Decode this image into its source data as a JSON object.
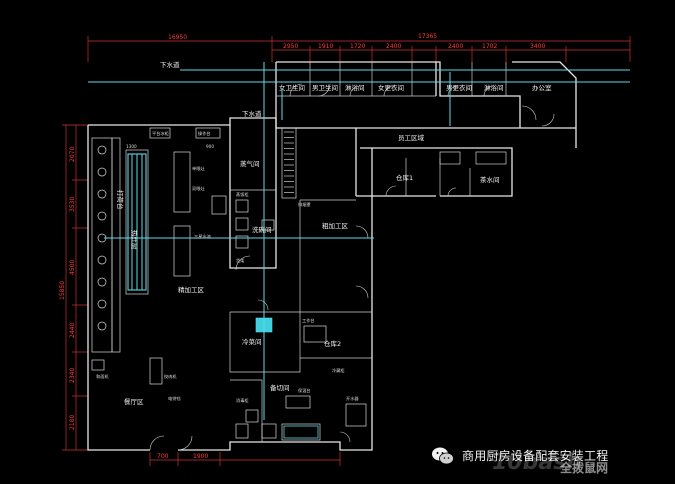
{
  "dimensions": {
    "top_total_left": "16950",
    "top_total_right": "17365",
    "top_segments": [
      "2950",
      "1910",
      "1720",
      "2400",
      "",
      "2400",
      "1702",
      "3400"
    ],
    "left_total": "15850",
    "left_segments": [
      "2070",
      "3530",
      "4500",
      "2440",
      "2340",
      "2180"
    ],
    "inner_top": [
      "1300",
      "900"
    ],
    "bottom": [
      "700",
      "1900"
    ]
  },
  "rooms": {
    "toilet_f": "女卫生间",
    "toilet_m": "男卫生间",
    "shower": "淋浴间",
    "locker_f": "女更衣间",
    "locker_m": "男更衣间",
    "shower2": "淋浴间",
    "office": "办公室",
    "staff_area": "员工区域",
    "pantry": "茶水间",
    "storage1": "仓库1",
    "storage2": "仓库2",
    "steam_room": "蒸气间",
    "wash_room": "洗碗间",
    "rough_area": "粗加工区",
    "fine_area": "精加工区",
    "hot_kitchen": "热灶厨",
    "cold_dish": "冷菜间",
    "dining": "餐厅区",
    "pass_area": "备切间",
    "counter": "打荷台",
    "drain_label_1": "下水道",
    "drain_label_2": "下水道"
  },
  "equipment_labels": [
    "平台冰柜",
    "操作台",
    "单眼灶",
    "双眼灶",
    "蒸饭柜",
    "三星水池",
    "货架",
    "工作台",
    "绞肉机",
    "和面机",
    "消毒柜",
    "冷藏柜",
    "电饼铛",
    "排烟罩",
    "保温台",
    "开水器"
  ],
  "watermark": {
    "text": "商用厨房设备配套安装工程",
    "back_text": "全拨鼠网",
    "site_text": "10bash"
  },
  "colors": {
    "background": "#000000",
    "wall": "#e8e8e8",
    "dimension": "#d23030",
    "pipe": "#5fd8e6"
  }
}
